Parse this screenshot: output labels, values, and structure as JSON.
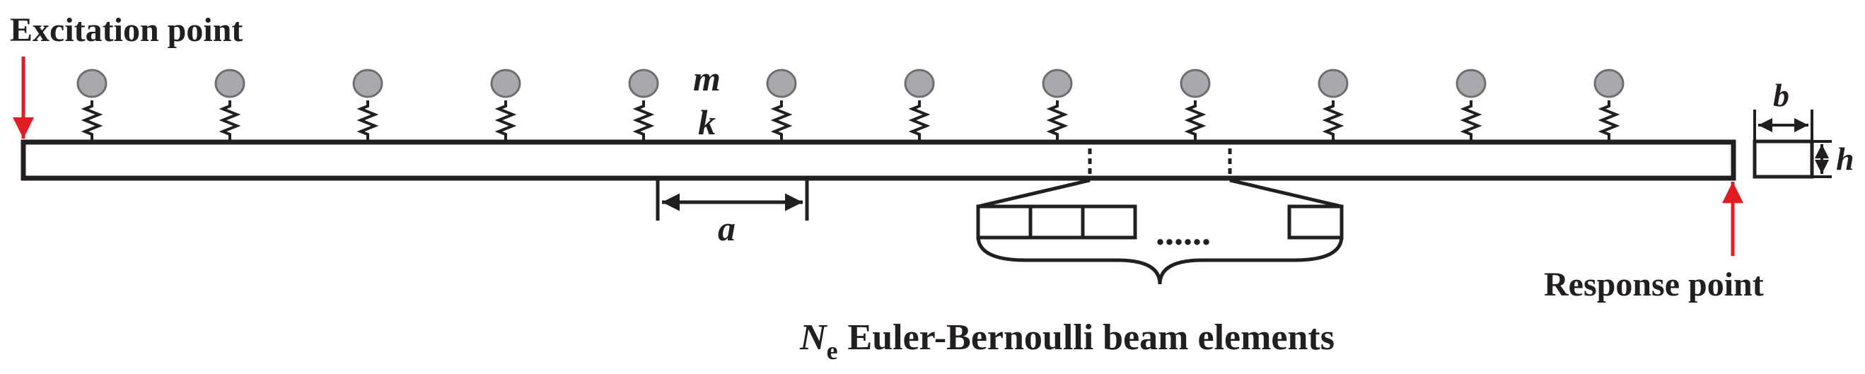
{
  "labels": {
    "excitation": "Excitation point",
    "response": "Response point",
    "mass": "m",
    "stiffness": "k",
    "spacing": "a",
    "width": "b",
    "height": "h",
    "elements_symbol": "N",
    "elements_subscript": "e",
    "elements_text": "Euler-Bernoulli beam elements",
    "ellipsis": "......"
  },
  "resonators": {
    "count": 12
  },
  "element_boxes": {
    "count": 4
  },
  "colors": {
    "line": "#231f20",
    "mass_fill": "#a7a9ac",
    "mass_stroke": "#6d6e71",
    "arrow": "#e31b23"
  }
}
